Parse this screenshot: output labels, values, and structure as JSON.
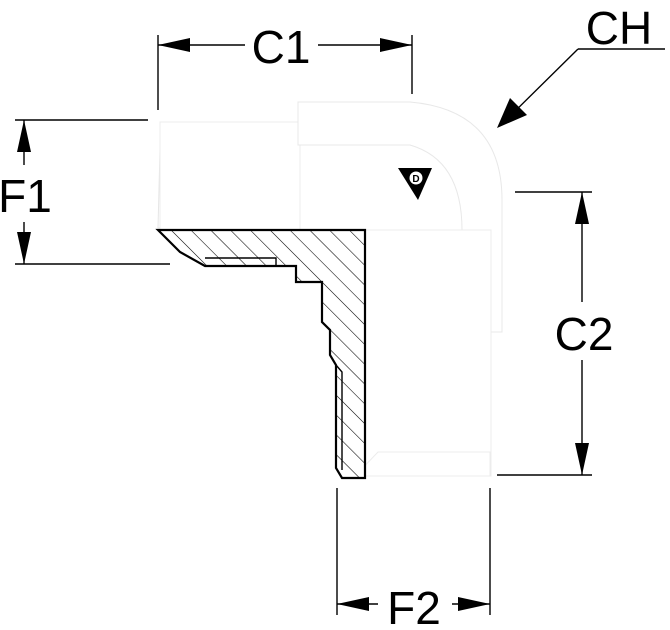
{
  "drawing": {
    "labels": {
      "c1": "C1",
      "c2": "C2",
      "f1": "F1",
      "f2": "F2",
      "ch": "CH"
    },
    "logo_icon": "dunlop-logo-icon",
    "colors": {
      "ink": "#000000",
      "part_fill": "#ffffff",
      "part_shade": "#dcdcdc"
    }
  }
}
